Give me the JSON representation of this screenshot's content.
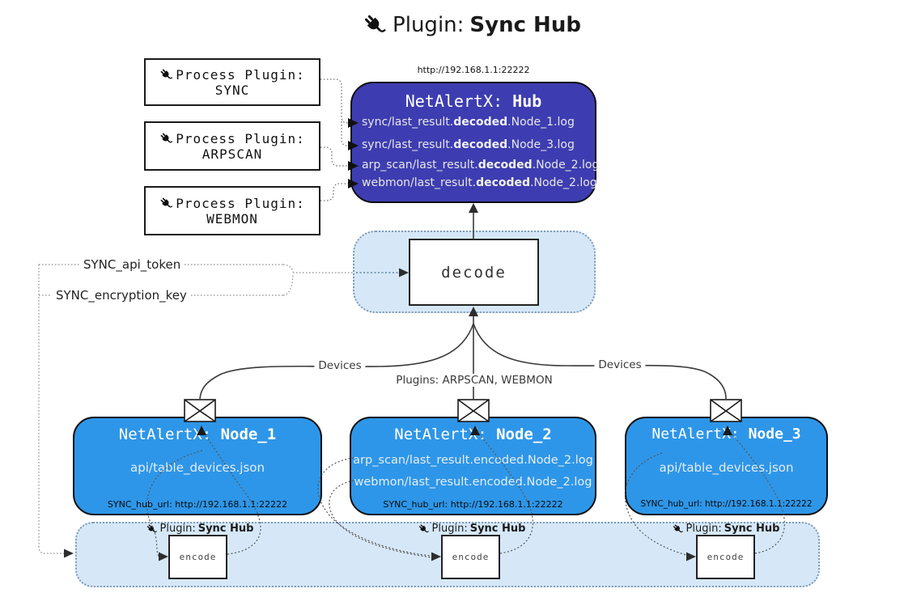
{
  "title": {
    "prefix": "Plugin: ",
    "bold": "Sync Hub"
  },
  "hub_url_label": "http://192.168.1.1:22222",
  "process_plugins": [
    {
      "label": "Process Plugin:",
      "name": "SYNC"
    },
    {
      "label": "Process Plugin:",
      "name": "ARPSCAN"
    },
    {
      "label": "Process Plugin:",
      "name": "WEBMON"
    }
  ],
  "hub": {
    "title_prefix": "NetAlertX: ",
    "title_bold": "Hub",
    "lines": [
      {
        "pre": "sync/last_result.",
        "bold": "decoded",
        "post": ".Node_1.log"
      },
      {
        "pre": "sync/last_result.",
        "bold": "decoded",
        "post": ".Node_3.log"
      },
      {
        "pre": "arp_scan/last_result.",
        "bold": "decoded",
        "post": ".Node_2.log"
      },
      {
        "pre": "webmon/last_result.",
        "bold": "decoded",
        "post": ".Node_2.log"
      }
    ]
  },
  "decode_label": "decode",
  "encode_label": "encode",
  "config_labels": {
    "api_token": "SYNC_api_token",
    "encryption_key": "SYNC_encryption_key"
  },
  "edge_labels": {
    "devices_left": "Devices",
    "plugins_middle": "Plugins: ARPSCAN, WEBMON",
    "devices_right": "Devices"
  },
  "nodes": [
    {
      "title_prefix": "NetAlertX: ",
      "title_bold": "Node_1",
      "lines": [
        "api/table_devices.json"
      ],
      "hub_url": "SYNC_hub_url: http://192.168.1.1:22222"
    },
    {
      "title_prefix": "NetAlertX: ",
      "title_bold": "Node_2",
      "lines": [
        "arp_scan/last_result.encoded.Node_2.log",
        "webmon/last_result.encoded.Node_2.log"
      ],
      "hub_url": "SYNC_hub_url: http://192.168.1.1:22222"
    },
    {
      "title_prefix": "NetAlertX: ",
      "title_bold": "Node_3",
      "lines": [
        "api/table_devices.json"
      ],
      "hub_url": "SYNC_hub_url: http://192.168.1.1:22222"
    }
  ],
  "sync_hub_plugin_label": {
    "prefix": "Plugin: ",
    "bold": "Sync Hub"
  },
  "colors": {
    "hub_bg": "#3d3db1",
    "node_bg": "#2e96e8",
    "panel_bg": "#d6e8f8",
    "panel_border": "#7f99b5",
    "line": "#3a3a3a"
  }
}
